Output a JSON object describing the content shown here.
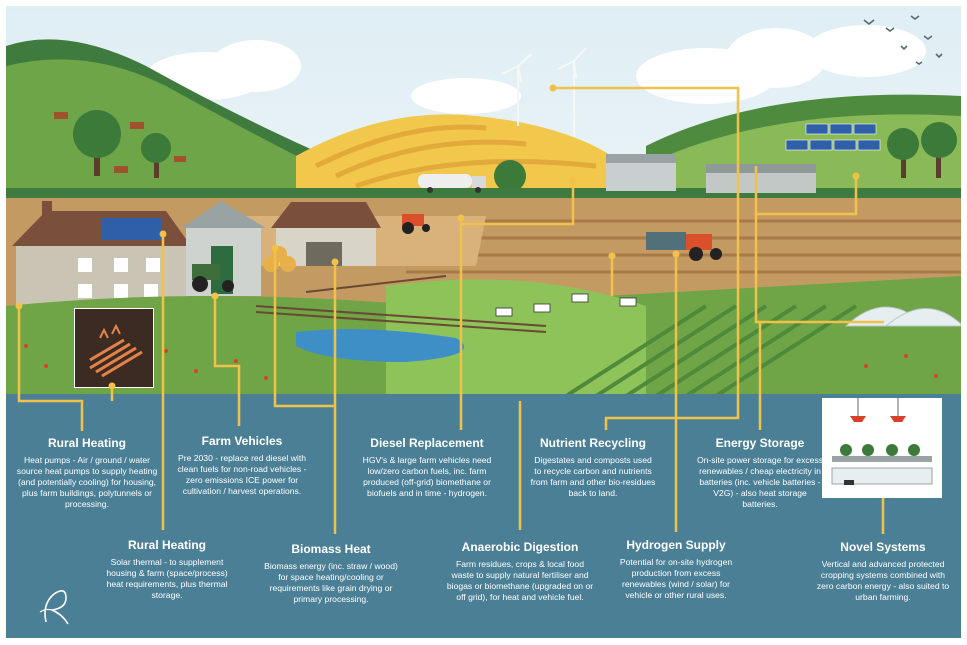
{
  "colors": {
    "sky": "#eaf3f7",
    "panel": "#4a7f96",
    "connector": "#f2c14a",
    "grass": "#7fb04f",
    "field_yellow": "#f1c84b",
    "soil": "#b5865a",
    "roof": "#7a4f3c",
    "water": "#3f8fc7",
    "text": "#ffffff"
  },
  "icons": [
    "house-icon",
    "barn-icon",
    "tractor-icon",
    "tanker-lorry-icon",
    "wind-turbine-icon",
    "solar-panel-icon",
    "cow-icon",
    "underfloor-heating-icon",
    "polytunnel-icon",
    "grow-light-icon",
    "bird-icon",
    "tree-icon",
    "logo-mark-icon"
  ],
  "cards": [
    {
      "title": "Rural Heating",
      "desc": "Heat pumps - Air / ground / water source heat pumps to supply heating (and potentially cooling) for housing, plus farm buildings, polytunnels or processing."
    },
    {
      "title": "Farm Vehicles",
      "desc": "Pre 2030 - replace red diesel with clean fuels for non-road vehicles - zero emissions ICE power for cultivation / harvest operations."
    },
    {
      "title": "Diesel Replacement",
      "desc": "HGV's & large farm vehicles need low/zero carbon fuels, inc. farm produced (off-grid) biomethane or biofuels and in time - hydrogen."
    },
    {
      "title": "Nutrient Recycling",
      "desc": "Digestates and composts used to recycle carbon and nutrients from farm and other bio-residues back to land."
    },
    {
      "title": "Energy Storage",
      "desc": "On-site power storage for excess renewables / cheap electricity in batteries (inc. vehicle batteries - V2G) - also heat storage batteries."
    },
    {
      "title": "Rural Heating",
      "desc": "Solar thermal - to supplement housing & farm (space/process) heat requirements, plus thermal storage."
    },
    {
      "title": "Biomass Heat",
      "desc": "Biomass energy (inc. straw / wood) for space heating/cooling or requirements like grain drying or primary processing."
    },
    {
      "title": "Anaerobic Digestion",
      "desc": "Farm residues, crops & local food waste to supply natural fertiliser and biogas or biomethane (upgraded on or off grid), for heat and vehicle fuel."
    },
    {
      "title": "Hydrogen Supply",
      "desc": "Potential for on-site hydrogen production from excess renewables (wind / solar) for vehicle or other rural uses."
    },
    {
      "title": "Novel Systems",
      "desc": "Vertical and advanced protected cropping systems combined with zero carbon energy - also suited to urban farming."
    }
  ]
}
